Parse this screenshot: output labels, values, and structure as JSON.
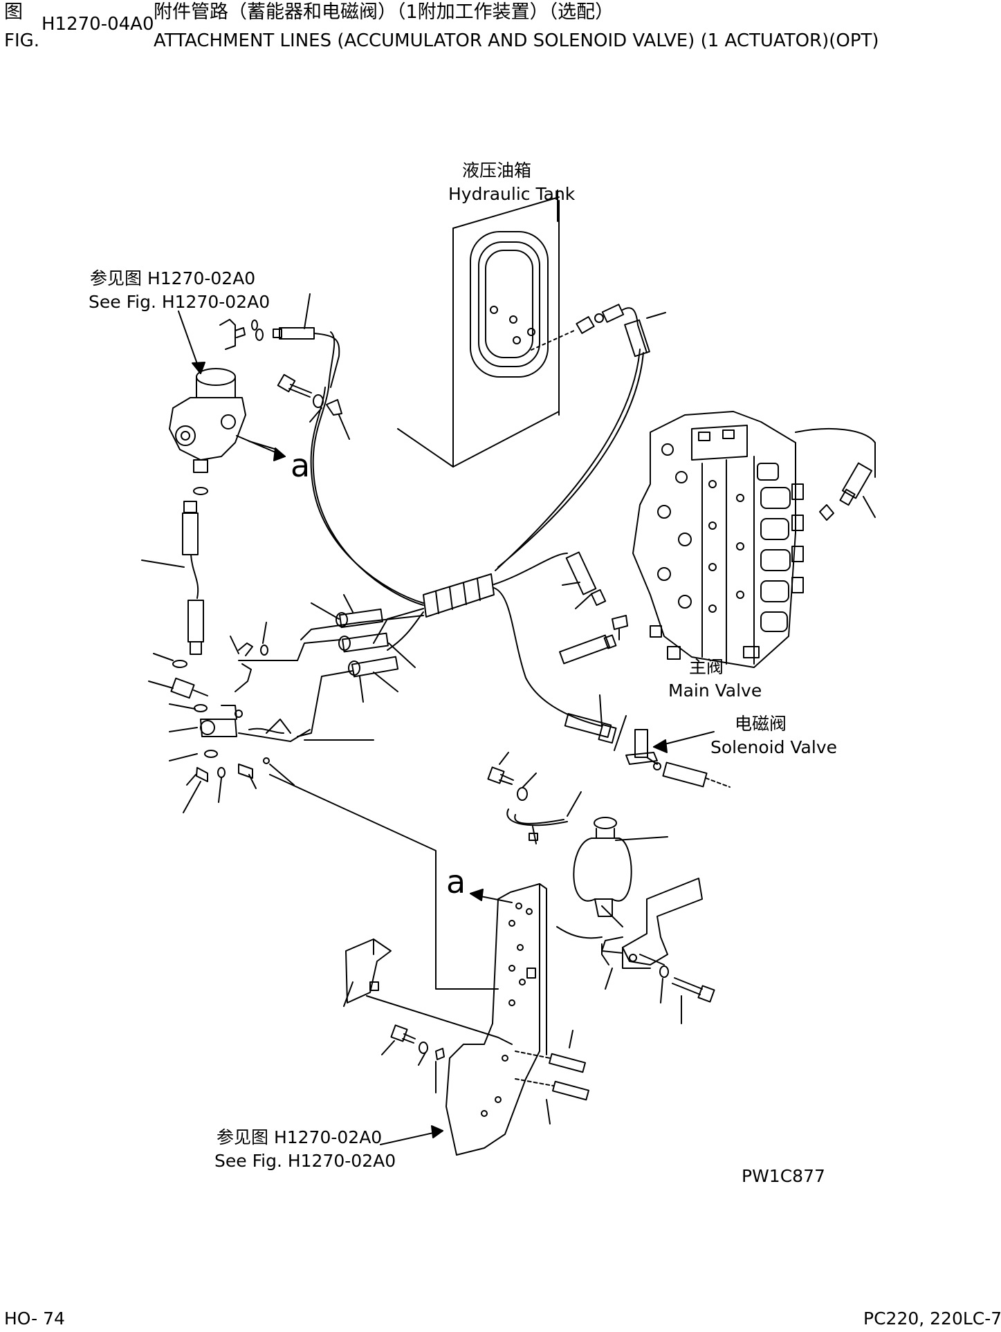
{
  "header": {
    "fig_cn": "图",
    "fig_en": "FIG.",
    "number": "H1270-04A0",
    "title_cn": "附件管路（蓄能器和电磁阀）（1附加工作装置）（选配）",
    "title_en": "ATTACHMENT LINES (ACCUMULATOR AND SOLENOID VALVE) (1 ACTUATOR)(OPT)"
  },
  "labels": {
    "hydraulic_tank_cn": "液压油箱",
    "hydraulic_tank_en": "Hydraulic Tank",
    "see_fig_top_cn": "参见图 H1270-02A0",
    "see_fig_top_en": "See Fig. H1270-02A0",
    "main_valve_cn": "主阀",
    "main_valve_en": "Main Valve",
    "solenoid_valve_cn": "电磁阀",
    "solenoid_valve_en": "Solenoid Valve",
    "see_fig_bottom_cn": "参见图 H1270-02A0",
    "see_fig_bottom_en": "See Fig. H1270-02A0",
    "view_a_top": "a",
    "view_a_bottom": "a",
    "drawing_code": "PW1C877"
  },
  "footer": {
    "page": "HO- 74",
    "model": "PC220, 220LC-7"
  }
}
